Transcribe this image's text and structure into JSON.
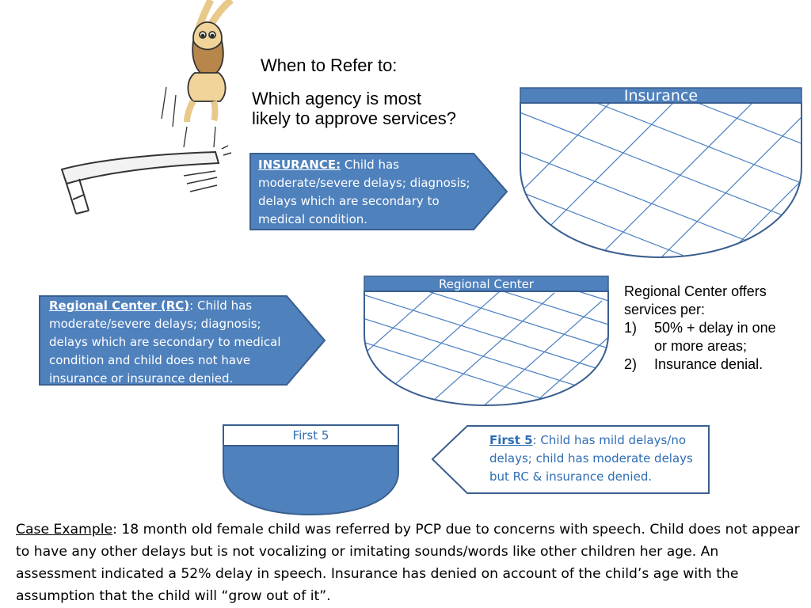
{
  "heading": {
    "title": "When to Refer to:",
    "question_line1": "Which agency is most",
    "question_line2": "likely to approve services?"
  },
  "agencies": [
    {
      "id": "insurance",
      "name": "Insurance",
      "term": "INSURANCE:",
      "description": " Child has moderate/severe delays; diagnosis; delays which are secondary to medical condition."
    },
    {
      "id": "regional-center",
      "name": "Regional Center",
      "term": "Regional Center  (RC)",
      "description": ": Child has moderate/severe delays; diagnosis; delays which are secondary to medical condition and child does not have insurance or insurance denied."
    },
    {
      "id": "first5",
      "name": "First 5",
      "term": "First 5",
      "description": ": Child has mild delays/no delays; child has moderate delays but RC & insurance denied."
    }
  ],
  "rc_criteria": {
    "intro_line1": "Regional Center offers",
    "intro_line2": "services per:",
    "items": [
      {
        "number": "1)",
        "text_line1": "50% + delay in one",
        "text_line2": "or more areas;"
      },
      {
        "number": "2)",
        "text_line1": "Insurance denial.",
        "text_line2": ""
      }
    ]
  },
  "case_example": {
    "label": "Case Example",
    "text": ": 18 month old female child was referred by PCP due to concerns with speech.  Child does not appear to have any other delays but is not vocalizing or imitating sounds/words like other children her age. An assessment indicated a 52% delay in speech. Insurance has denied on account of the child’s age with the assumption that the child will “grow out of it”."
  },
  "colors": {
    "accent": "#4f81bd",
    "accent_dark": "#3a5f8f",
    "net_line": "#4a7fc1",
    "first5_text": "#2e6db4"
  },
  "icons": {
    "diver": "cartoon-diver-icon",
    "diving_board": "diving-board-icon"
  }
}
